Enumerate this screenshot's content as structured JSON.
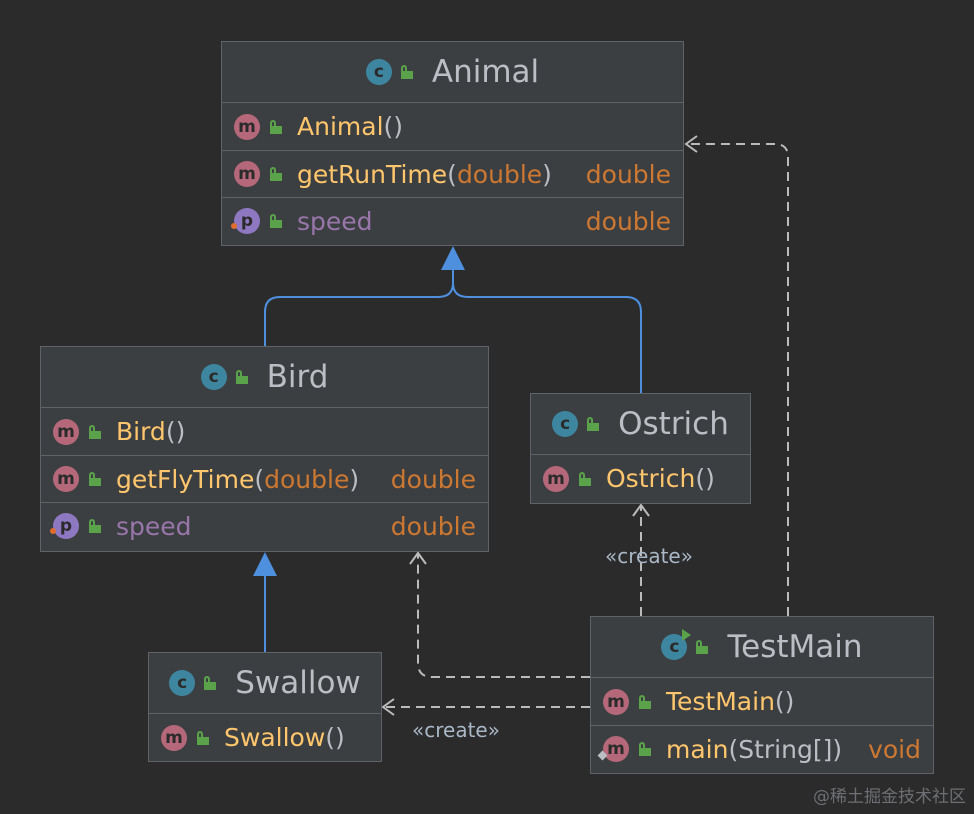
{
  "classes": {
    "animal": {
      "name": "Animal",
      "constructor": "Animal",
      "method": {
        "name": "getRunTime",
        "param": "double",
        "return": "double"
      },
      "field": {
        "name": "speed",
        "type": "double"
      }
    },
    "bird": {
      "name": "Bird",
      "constructor": "Bird",
      "method": {
        "name": "getFlyTime",
        "param": "double",
        "return": "double"
      },
      "field": {
        "name": "speed",
        "type": "double"
      }
    },
    "ostrich": {
      "name": "Ostrich",
      "constructor": "Ostrich"
    },
    "swallow": {
      "name": "Swallow",
      "constructor": "Swallow"
    },
    "testmain": {
      "name": "TestMain",
      "constructor": "TestMain",
      "method": {
        "name": "main",
        "param": "String[]",
        "return": "void"
      }
    }
  },
  "glyphs": {
    "class_letter": "c",
    "method_letter": "m",
    "field_letter": "p",
    "open_paren": "(",
    "close_paren": ")",
    "empty_parens": "()"
  },
  "edge_labels": {
    "create_ostrich": "«create»",
    "create_swallow": "«create»"
  },
  "watermark": "@稀土掘金技术社区",
  "colors": {
    "background": "#2b2b2b",
    "box": "#3c3f41",
    "border": "#5f6368",
    "inheritance": "#4e8fde",
    "dependency": "#bbbbbb",
    "method_name": "#ffc66d",
    "type": "#cc7832",
    "field": "#9876aa"
  }
}
